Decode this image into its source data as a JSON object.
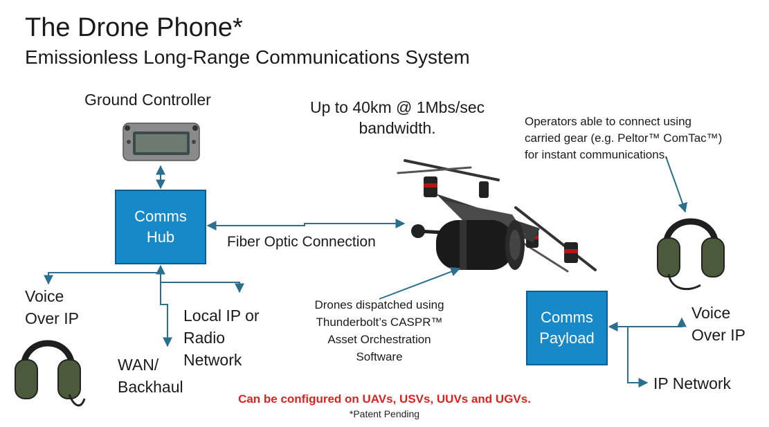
{
  "title": "The Drone Phone*",
  "subtitle": "Emissionless Long-Range Communications System",
  "nodes": {
    "ground_controller": "Ground Controller",
    "comms_hub": {
      "line1": "Comms",
      "line2": "Hub"
    },
    "comms_payload": {
      "line1": "Comms",
      "line2": "Payload"
    }
  },
  "labels": {
    "fiber_optic": "Fiber Optic Connection",
    "range_line1": "Up to 40km @ 1Mbs/sec",
    "range_line2": "bandwidth.",
    "operators": [
      "Operators able to connect using",
      "carried gear (e.g. Peltor™ ComTac™)",
      "for instant  communications."
    ],
    "voice_left": [
      "Voice",
      "Over IP"
    ],
    "local_ip": [
      "Local IP or",
      "Radio",
      "Network"
    ],
    "wan": [
      "WAN/",
      "Backhaul"
    ],
    "drones_dispatched": [
      "Drones dispatched using",
      "Thunderbolt’s CASPR™",
      "Asset Orchestration",
      "Software"
    ],
    "voice_right": [
      "Voice",
      "Over IP"
    ],
    "ip_network": "IP Network"
  },
  "footer": {
    "config_note": "Can be configured on UAVs, USVs, UUVs and UGVs.",
    "patent": "*Patent Pending"
  },
  "colors": {
    "box_fill": "#1788c8",
    "line": "#2a6f8f",
    "config_note": "#e02020"
  }
}
